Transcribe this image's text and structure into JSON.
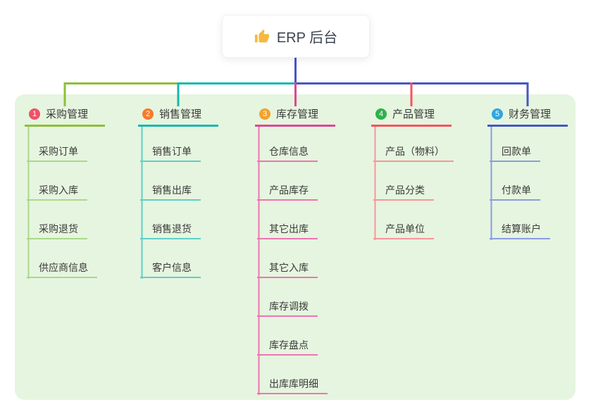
{
  "root": {
    "label": "ERP 后台",
    "icon": "thumbs-up-icon"
  },
  "branches": [
    {
      "index": "1",
      "label": "采购管理",
      "badge_color": "#ef5168",
      "line_color": "#8fbf3a",
      "child_line_color": "#abd88c",
      "children": [
        "采购订单",
        "采购入库",
        "采购退货",
        "供应商信息"
      ]
    },
    {
      "index": "2",
      "label": "销售管理",
      "badge_color": "#f57b2c",
      "line_color": "#17b7ae",
      "child_line_color": "#5fcfc7",
      "children": [
        "销售订单",
        "销售出库",
        "销售退货",
        "客户信息"
      ]
    },
    {
      "index": "3",
      "label": "库存管理",
      "badge_color": "#f3a32b",
      "line_color": "#dd4796",
      "child_line_color": "#ee74b4",
      "children": [
        "仓库信息",
        "产品库存",
        "其它出库",
        "其它入库",
        "库存调拨",
        "库存盘点",
        "出库库明细"
      ]
    },
    {
      "index": "4",
      "label": "产品管理",
      "badge_color": "#2eb14c",
      "line_color": "#f7525f",
      "child_line_color": "#f9959c",
      "children": [
        "产品（物料）",
        "产品分类",
        "产品单位"
      ]
    },
    {
      "index": "5",
      "label": "财务管理",
      "badge_color": "#30a6de",
      "line_color": "#4456c7",
      "child_line_color": "#8c9ce0",
      "children": [
        "回款单",
        "付款单",
        "结算账户"
      ]
    }
  ],
  "colors": {
    "canvas_background": "#ffffff",
    "panel_background": "#e6f5df",
    "root_connector": "#4456c7",
    "text": "#3a3a3a"
  }
}
